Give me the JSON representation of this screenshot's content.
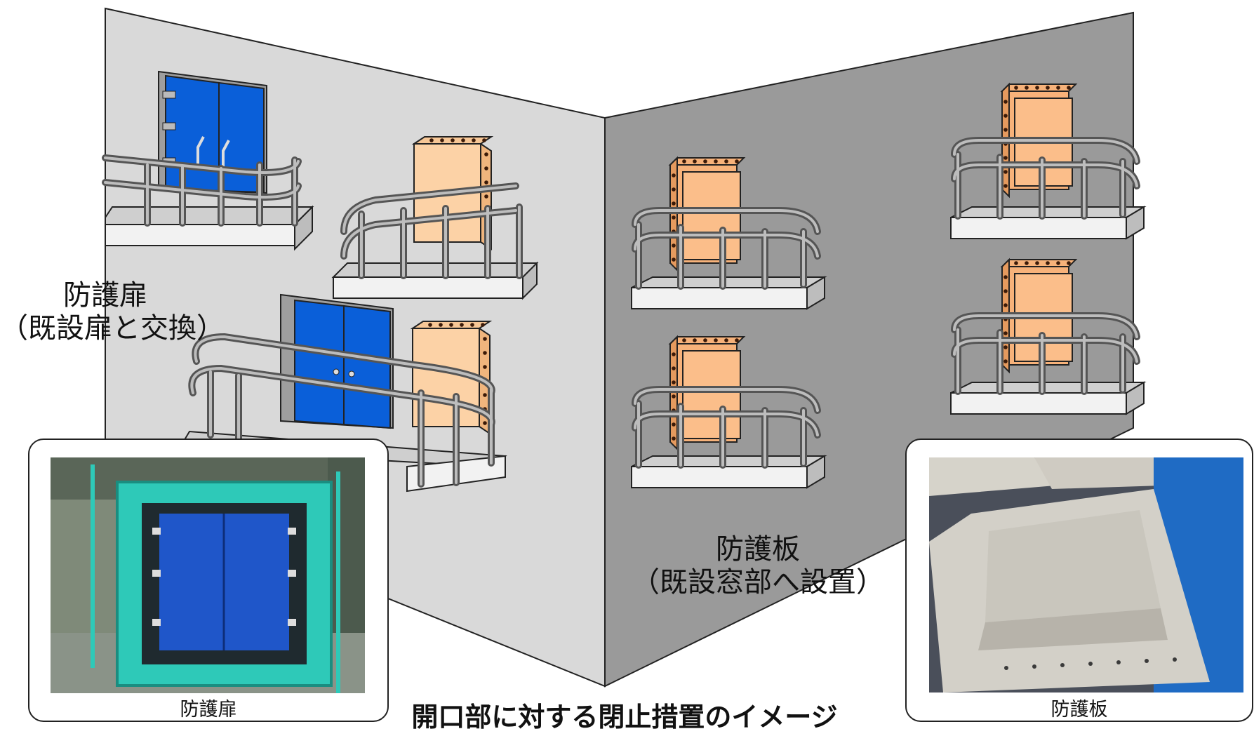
{
  "labels": {
    "door_title": "防護扉",
    "door_sub": "（既設扉と交換）",
    "plate_title": "防護板",
    "plate_sub": "（既設窓部へ設置）"
  },
  "photos": {
    "door_caption": "防護扉",
    "plate_caption": "防護板"
  },
  "main_caption": "開口部に対する閉止措置のイメージ",
  "colors": {
    "left_wall": "#d9d9d9",
    "right_wall": "#9a9a9a",
    "door_blue": "#0a5fd9",
    "plate_left": "#fcd2a6",
    "plate_right": "#f7b27a",
    "bolt": "#8a3b12",
    "rail": "#7a7a7a"
  }
}
